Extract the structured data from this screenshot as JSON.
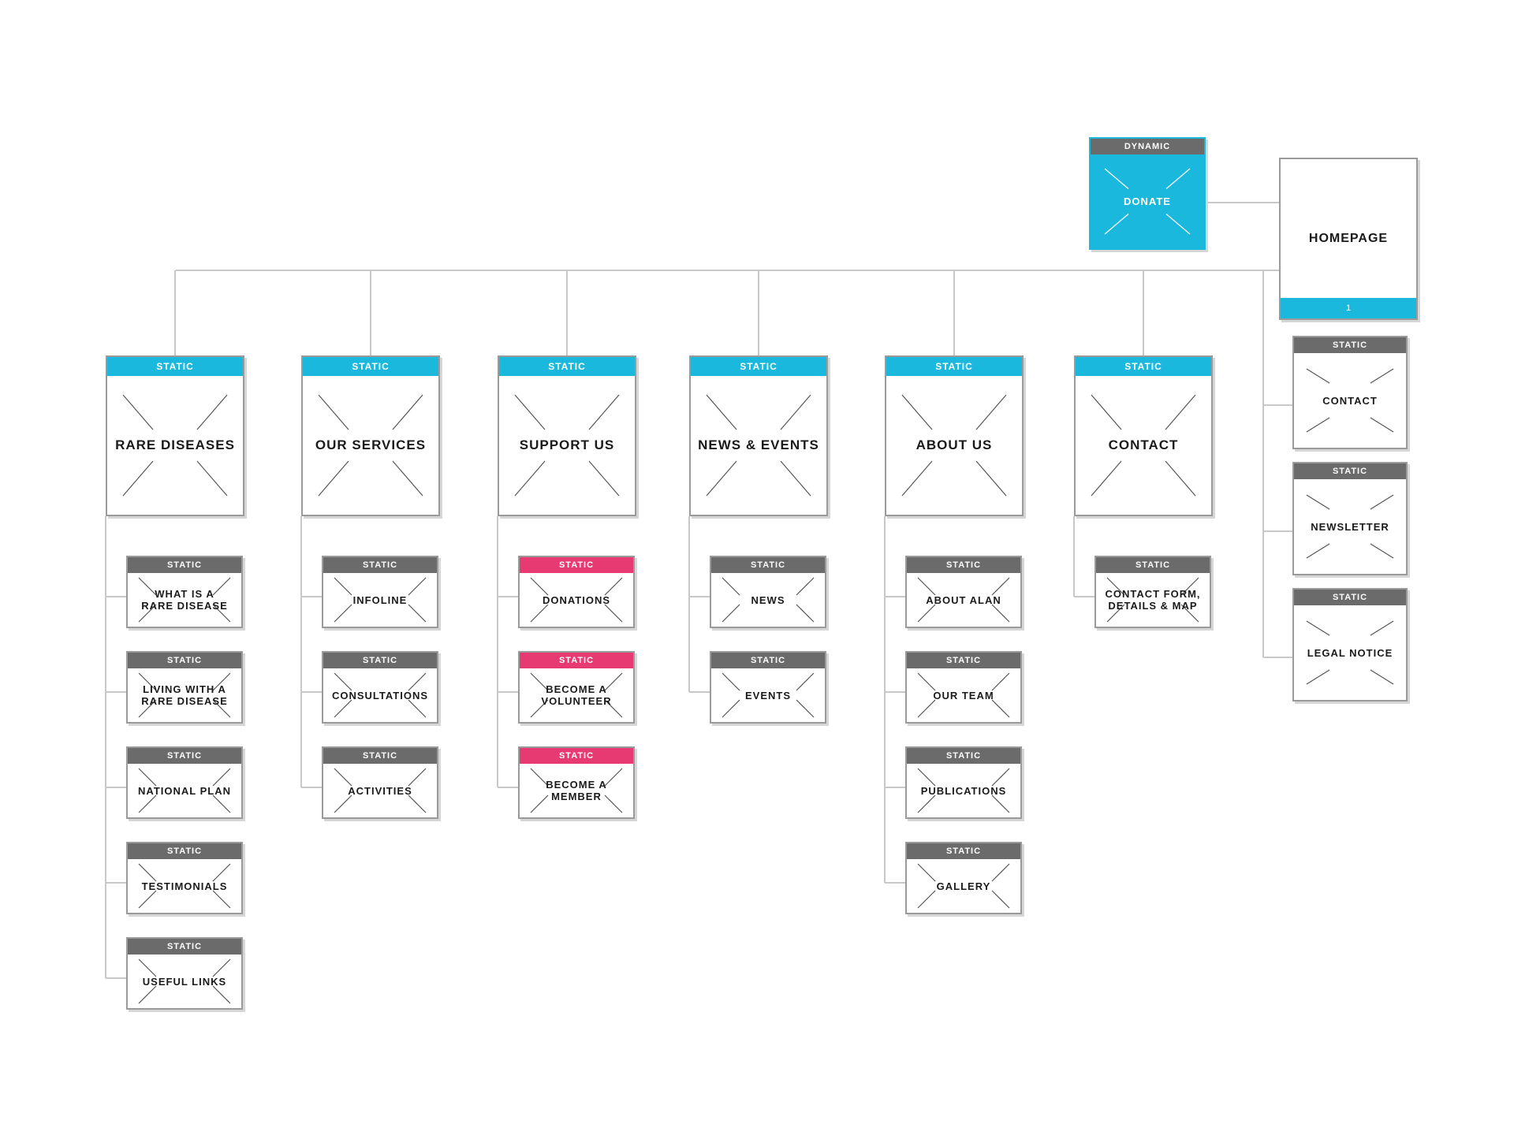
{
  "colors": {
    "accent": "#1bb8de",
    "gray_header": "#6b6b6b",
    "pink_header": "#e83a72",
    "connector": "#c8c8c8"
  },
  "homepage": {
    "label": "HOMEPAGE",
    "footer": "1"
  },
  "donate": {
    "badge": "DYNAMIC",
    "label": "DONATE"
  },
  "sections": [
    {
      "label": "RARE DISEASES",
      "badge": "STATIC",
      "children": [
        {
          "label": "WHAT IS A\nRARE DISEASE",
          "badge": "STATIC",
          "style": "gray"
        },
        {
          "label": "LIVING WITH A\nRARE DISEASE",
          "badge": "STATIC",
          "style": "gray"
        },
        {
          "label": "NATIONAL PLAN",
          "badge": "STATIC",
          "style": "gray"
        },
        {
          "label": "TESTIMONIALS",
          "badge": "STATIC",
          "style": "gray"
        },
        {
          "label": "USEFUL LINKS",
          "badge": "STATIC",
          "style": "gray"
        }
      ]
    },
    {
      "label": "OUR SERVICES",
      "badge": "STATIC",
      "children": [
        {
          "label": "INFOLINE",
          "badge": "STATIC",
          "style": "gray"
        },
        {
          "label": "CONSULTATIONS",
          "badge": "STATIC",
          "style": "gray"
        },
        {
          "label": "ACTIVITIES",
          "badge": "STATIC",
          "style": "gray"
        }
      ]
    },
    {
      "label": "SUPPORT US",
      "badge": "STATIC",
      "children": [
        {
          "label": "DONATIONS",
          "badge": "STATIC",
          "style": "pink"
        },
        {
          "label": "BECOME A\nVOLUNTEER",
          "badge": "STATIC",
          "style": "pink"
        },
        {
          "label": "BECOME A\nMEMBER",
          "badge": "STATIC",
          "style": "pink"
        }
      ]
    },
    {
      "label": "NEWS & EVENTS",
      "badge": "STATIC",
      "children": [
        {
          "label": "NEWS",
          "badge": "STATIC",
          "style": "gray"
        },
        {
          "label": "EVENTS",
          "badge": "STATIC",
          "style": "gray"
        }
      ]
    },
    {
      "label": "ABOUT US",
      "badge": "STATIC",
      "children": [
        {
          "label": "ABOUT ALAN",
          "badge": "STATIC",
          "style": "gray"
        },
        {
          "label": "OUR TEAM",
          "badge": "STATIC",
          "style": "gray"
        },
        {
          "label": "PUBLICATIONS",
          "badge": "STATIC",
          "style": "gray"
        },
        {
          "label": "GALLERY",
          "badge": "STATIC",
          "style": "gray"
        }
      ]
    },
    {
      "label": "CONTACT",
      "badge": "STATIC",
      "children": [
        {
          "label": "CONTACT FORM,\nDETAILS & MAP",
          "badge": "STATIC",
          "style": "gray"
        }
      ]
    }
  ],
  "utility_pages": [
    {
      "label": "CONTACT",
      "badge": "STATIC"
    },
    {
      "label": "NEWSLETTER",
      "badge": "STATIC"
    },
    {
      "label": "LEGAL NOTICE",
      "badge": "STATIC"
    }
  ]
}
